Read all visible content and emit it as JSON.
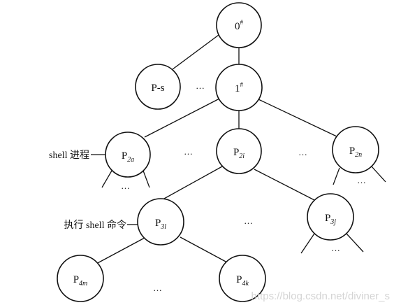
{
  "nodes": {
    "n0": {
      "base": "0",
      "sup": "#"
    },
    "ps": {
      "base": "P-s"
    },
    "n1": {
      "base": "1",
      "sup": "#"
    },
    "p2a": {
      "base": "P",
      "sub": "2a"
    },
    "p2i": {
      "base": "P",
      "sub": "2i"
    },
    "p2n": {
      "base": "P",
      "sub": "2n"
    },
    "p3l": {
      "base": "P",
      "sub": "3l"
    },
    "p3j": {
      "base": "P",
      "sub": "3j"
    },
    "p4m": {
      "base": "P",
      "sub": "4m"
    },
    "p4k": {
      "base": "P",
      "sub": "4k"
    }
  },
  "ellipsis": "...",
  "labels": {
    "shell_process": "shell 进程",
    "exec_shell_command": "执行 shell 命令"
  },
  "watermark": "https://blog.csdn.net/diviner_s"
}
